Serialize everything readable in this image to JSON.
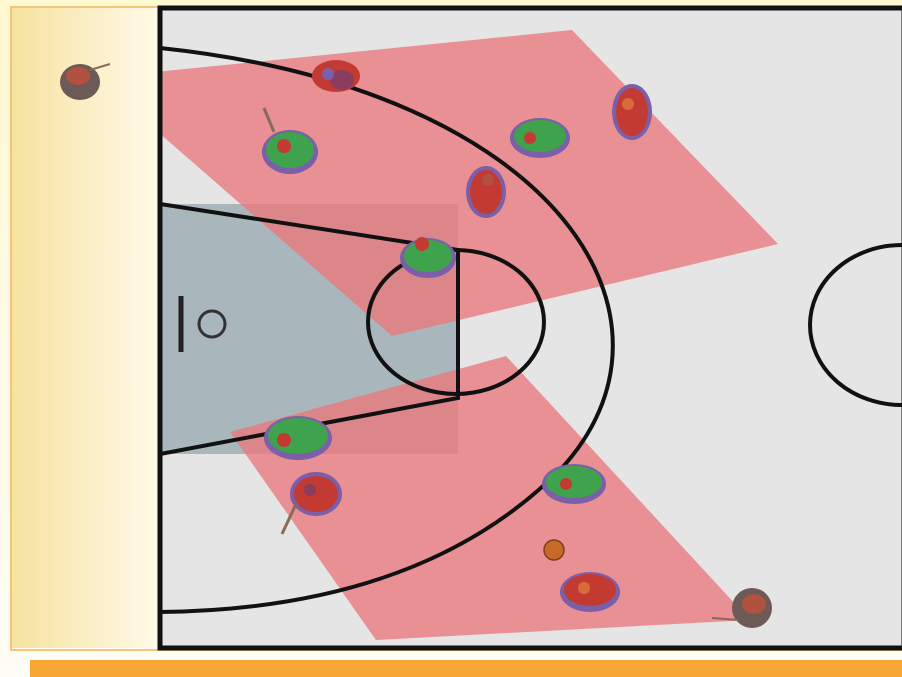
{
  "diagram": {
    "kind": "basketball half-court defensive zone diagram",
    "colors": {
      "slide_bg_light": "#fffef6",
      "slide_bg_warm": "#f7e39a",
      "frame_orange": "#f7a534",
      "court_floor": "#e4e4e4",
      "court_lines": "#111111",
      "key_area": "#a7b4b9",
      "zone_overlay": "#e8787c",
      "player_green": "#3fa34d",
      "player_red": "#c33a33",
      "player_purple": "#7b5fa8",
      "ball_orange": "#c8692a"
    },
    "players": [
      {
        "name": "offense-corner-top",
        "team": "offense"
      },
      {
        "name": "defender-top-wing",
        "team": "defense"
      },
      {
        "name": "offense-top-wing",
        "team": "offense"
      },
      {
        "name": "defender-top-right",
        "team": "defense"
      },
      {
        "name": "offense-top-right",
        "team": "offense"
      },
      {
        "name": "offense-high-post",
        "team": "offense"
      },
      {
        "name": "defender-free-throw",
        "team": "defense"
      },
      {
        "name": "defender-low-left",
        "team": "defense"
      },
      {
        "name": "offense-low-left",
        "team": "offense"
      },
      {
        "name": "defender-low-right",
        "team": "defense"
      },
      {
        "name": "offense-low-right-ball",
        "team": "offense"
      },
      {
        "name": "offense-corner-bottom",
        "team": "offense"
      }
    ]
  }
}
